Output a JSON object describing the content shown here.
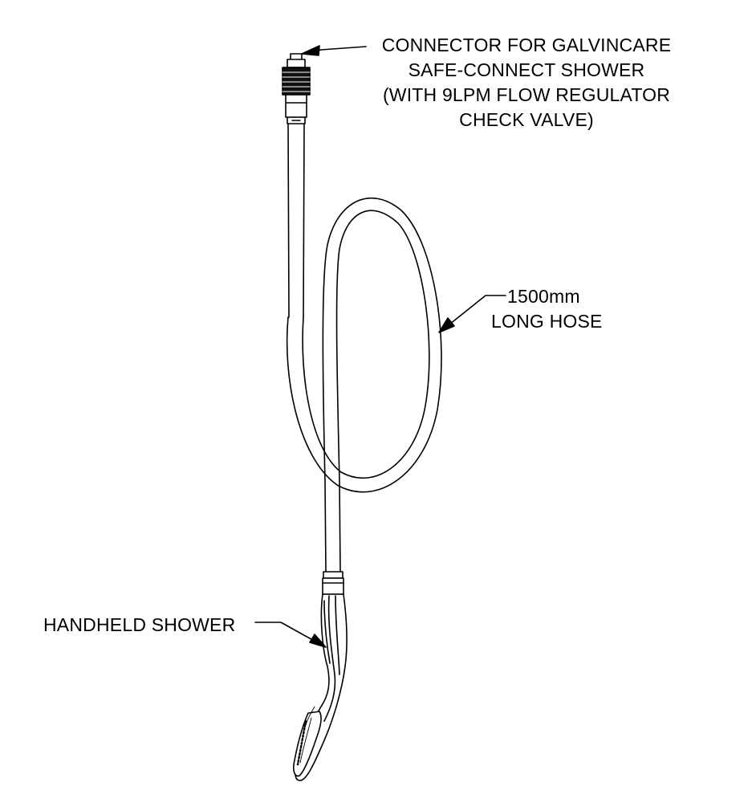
{
  "callouts": {
    "connector": {
      "lines": [
        "CONNECTOR FOR GALVINCARE",
        "SAFE-CONNECT SHOWER",
        "(WITH 9LPM FLOW REGULATOR",
        "CHECK VALVE)"
      ]
    },
    "hose": {
      "lines": [
        "1500mm",
        "LONG HOSE"
      ]
    },
    "shower": {
      "label": "HANDHELD SHOWER"
    }
  },
  "colors": {
    "line": "#000000",
    "background": "#ffffff",
    "fitting": "#111111"
  }
}
